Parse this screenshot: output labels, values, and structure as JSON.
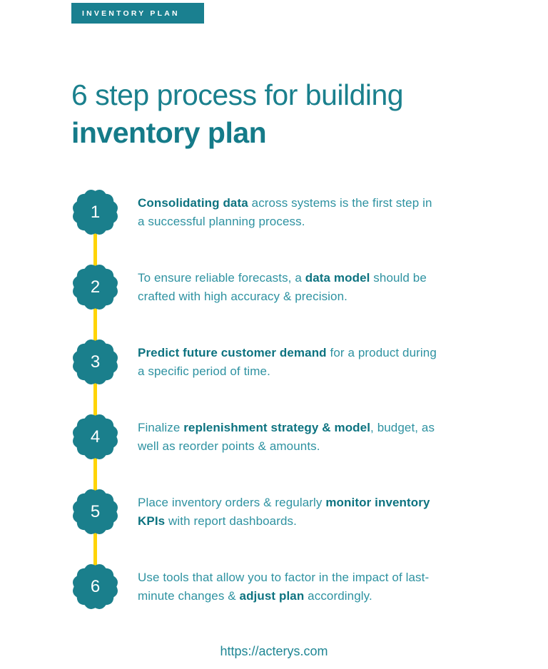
{
  "tag": {
    "label": "INVENTORY PLAN"
  },
  "title": {
    "line1": "6 step process for building",
    "line2": "inventory plan"
  },
  "steps": [
    {
      "num": "1",
      "lines": [
        [
          {
            "text": "Consolidating data",
            "bold": true
          },
          {
            "text": " across systems is the first step in"
          }
        ],
        [
          {
            "text": "a successful planning process."
          }
        ]
      ]
    },
    {
      "num": "2",
      "lines": [
        [
          {
            "text": "To ensure reliable forecasts, a "
          },
          {
            "text": "data model",
            "bold": true
          },
          {
            "text": " should be"
          }
        ],
        [
          {
            "text": "crafted with high accuracy & precision."
          }
        ]
      ]
    },
    {
      "num": "3",
      "lines": [
        [
          {
            "text": "Predict future customer demand",
            "bold": true
          },
          {
            "text": " for a product during"
          }
        ],
        [
          {
            "text": "a specific period of time."
          }
        ]
      ]
    },
    {
      "num": "4",
      "lines": [
        [
          {
            "text": "Finalize "
          },
          {
            "text": "replenishment strategy & model",
            "bold": true
          },
          {
            "text": ", budget, as"
          }
        ],
        [
          {
            "text": "well as reorder points & amounts."
          }
        ]
      ]
    },
    {
      "num": "5",
      "lines": [
        [
          {
            "text": "Place inventory orders & regularly "
          },
          {
            "text": "monitor inventory",
            "bold": true
          }
        ],
        [
          {
            "text": "KPIs",
            "bold": true
          },
          {
            "text": " with report dashboards."
          }
        ]
      ]
    },
    {
      "num": "6",
      "lines": [
        [
          {
            "text": "Use tools that allow you to factor in the impact of last-"
          }
        ],
        [
          {
            "text": "minute changes & "
          },
          {
            "text": "adjust plan",
            "bold": true
          },
          {
            "text": " accordingly."
          }
        ]
      ]
    }
  ],
  "footer": {
    "url": "https://acterys.com"
  },
  "colors": {
    "teal_badge": "#1a7f8c",
    "teal_tag": "#1a8090",
    "teal_title": "#1a808d",
    "teal_body": "#2e92a1",
    "teal_body_bold": "#0d7380",
    "connector_yellow": "#ffd405",
    "tag_text": "#ffffff",
    "background": "#ffffff"
  }
}
